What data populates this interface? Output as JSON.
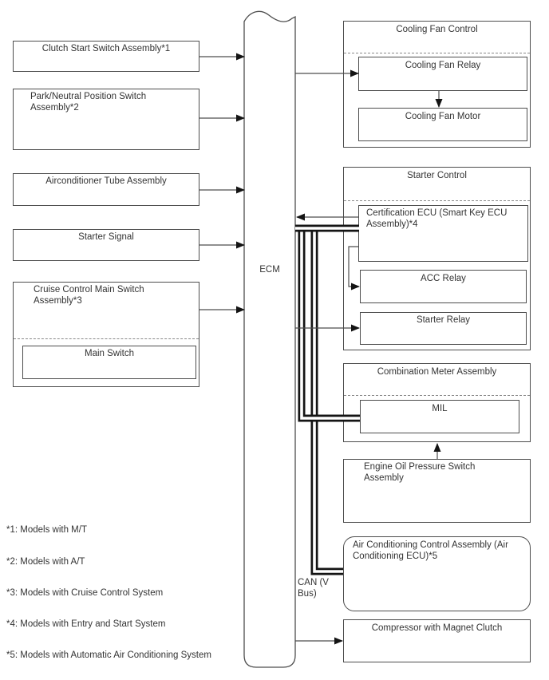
{
  "diagram": {
    "ecm_label": "ECM",
    "can_bus_label": "CAN (V Bus)",
    "left": {
      "clutch": "Clutch Start Switch Assembly*1",
      "park_neutral": "Park/Neutral Position Switch Assembly*2",
      "aircon_tube": "Airconditioner Tube Assembly",
      "starter_signal": "Starter Signal",
      "cruise": "Cruise Control Main Switch Assembly*3",
      "main_switch": "Main Switch"
    },
    "right": {
      "cooling_title": "Cooling Fan Control",
      "cooling_relay": "Cooling Fan Relay",
      "cooling_motor": "Cooling Fan Motor",
      "starter_title": "Starter Control",
      "cert_ecu": "Certification ECU (Smart Key ECU Assembly)*4",
      "acc_relay": "ACC Relay",
      "starter_relay": "Starter Relay",
      "combo_title": "Combination Meter Assembly",
      "mil": "MIL",
      "engine_oil": "Engine Oil Pressure Switch Assembly",
      "ac_control": "Air Conditioning Control Assembly (Air Conditioning ECU)*5",
      "compressor": "Compressor with Magnet Clutch"
    },
    "footnotes": [
      "*1: Models with M/T",
      "*2: Models with A/T",
      "*3: Models with Cruise Control System",
      "*4: Models with Entry and Start System",
      "*5: Models with Automatic Air Conditioning System"
    ],
    "colors": {
      "background": "#ffffff",
      "border": "#4d4d4d",
      "bus": "#141414",
      "text": "#333333"
    }
  }
}
